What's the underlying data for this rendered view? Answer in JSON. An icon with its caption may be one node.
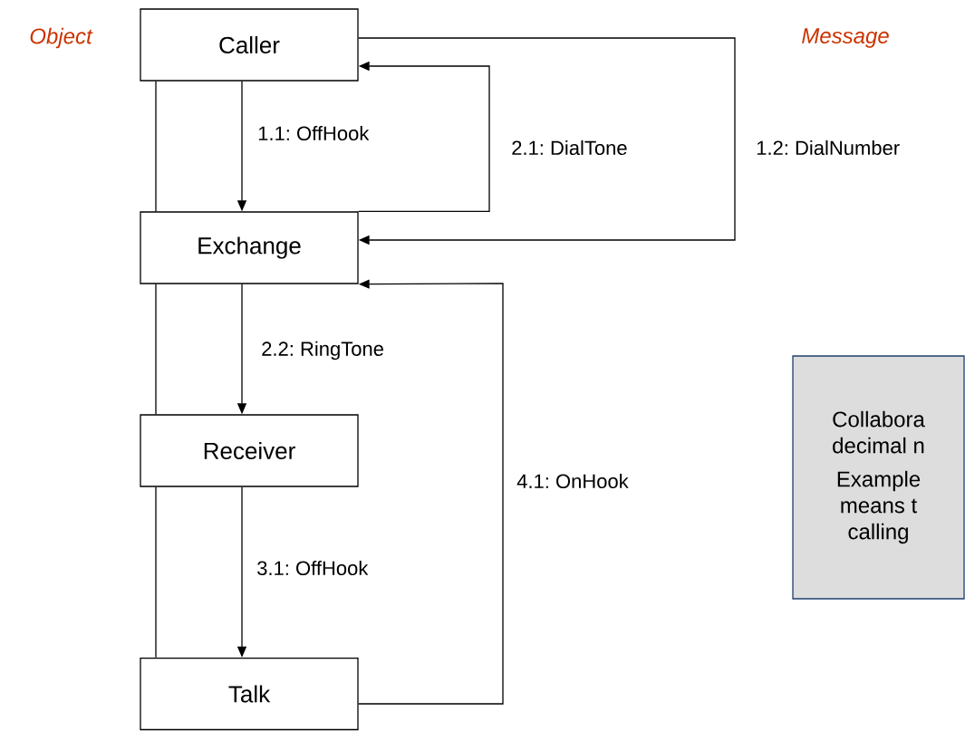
{
  "diagram": {
    "nodes": [
      {
        "text": [
          "Caller"
        ]
      },
      {
        "text": [
          "Exchange"
        ]
      },
      {
        "text": [
          "Receiver"
        ]
      },
      {
        "text": [
          "Talk"
        ]
      },
      {
        "text": [
          "Collabora decimal n",
          "Example means t calling"
        ]
      }
    ],
    "edges": [
      {
        "from": 0,
        "to": 1,
        "arrow": "none"
      },
      {
        "from": 1,
        "to": 2,
        "arrow": "none"
      },
      {
        "from": 2,
        "to": 3,
        "arrow": "none"
      },
      {
        "from": 0,
        "to": 1,
        "arrow": "to",
        "label": "1.1: OffHook"
      },
      {
        "from": 1,
        "to": 0,
        "arrow": "to",
        "label": "2.1: DialTone"
      },
      {
        "from": 0,
        "to": 1,
        "arrow": "to",
        "label": "1.2: DialNumber"
      },
      {
        "from": 1,
        "to": 2,
        "arrow": "to",
        "label": "2.2: RingTone"
      },
      {
        "from": 2,
        "to": 3,
        "arrow": "to",
        "label": "3.1: OffHook"
      },
      {
        "from": 3,
        "to": 1,
        "arrow": "to",
        "label": "4.1: OnHook"
      }
    ],
    "labels": [
      "Object",
      "Message"
    ]
  }
}
